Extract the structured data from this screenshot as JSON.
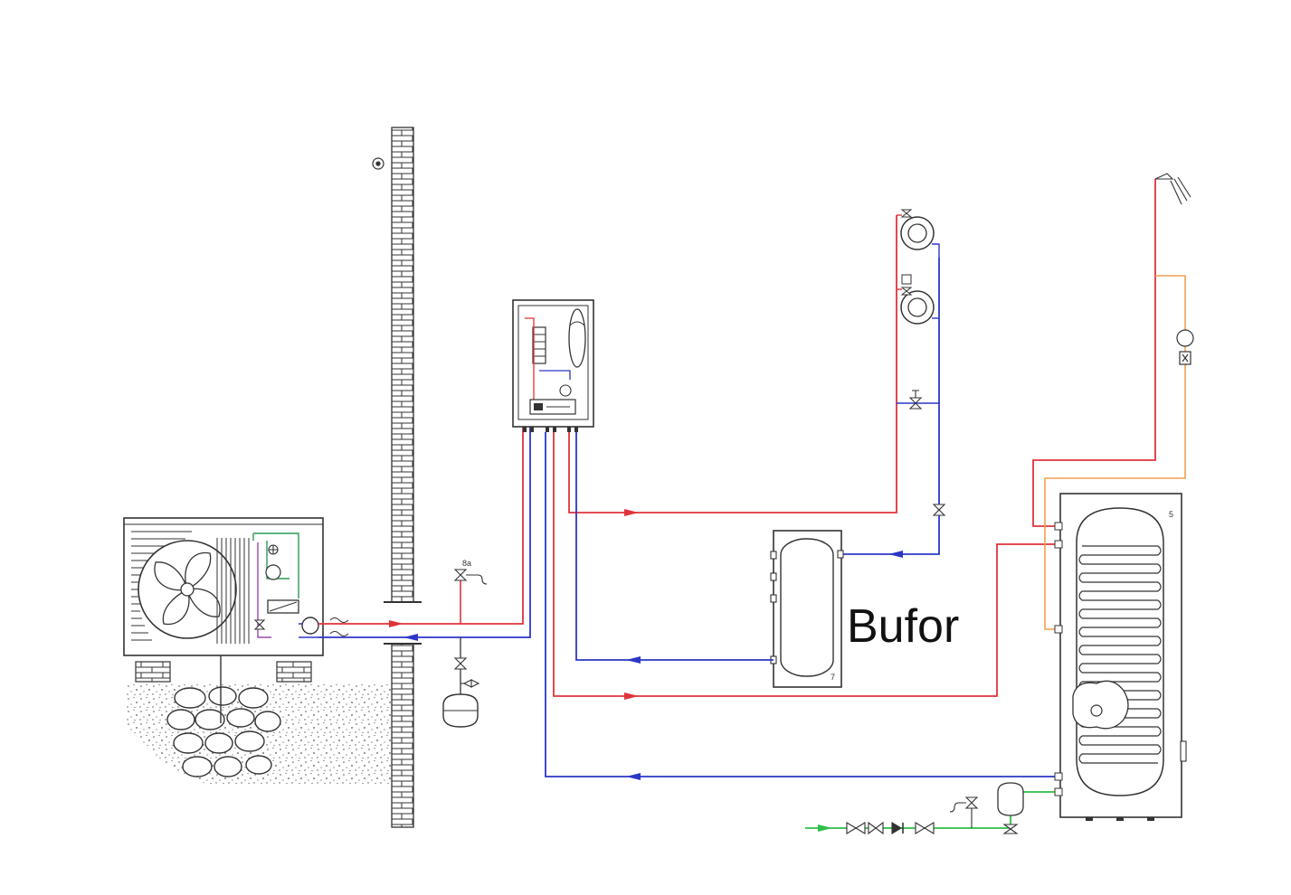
{
  "labels": {
    "buffer": "Bufor",
    "tank_number": "5",
    "buffer_number": "7",
    "safety_valve": "8a"
  },
  "colors": {
    "hot": "#e0333b",
    "cold": "#2c37c8",
    "dhw_circulation": "#f0a050",
    "cold_water_inlet": "#2fbf4a",
    "internal": "#2a9a55",
    "internal_return": "#9a4ab0",
    "line": "#333333"
  },
  "icons": {
    "heat_pump": "outdoor-heat-pump-icon",
    "wall": "brick-wall-icon",
    "boiler": "indoor-hydrobox-icon",
    "radiator": "radiator-icon",
    "buffer": "buffer-tank-icon",
    "dhw_tank": "dhw-cylinder-icon",
    "shower": "shower-head-icon",
    "expansion_vessel": "expansion-vessel-icon",
    "valve": "valve-icon"
  }
}
